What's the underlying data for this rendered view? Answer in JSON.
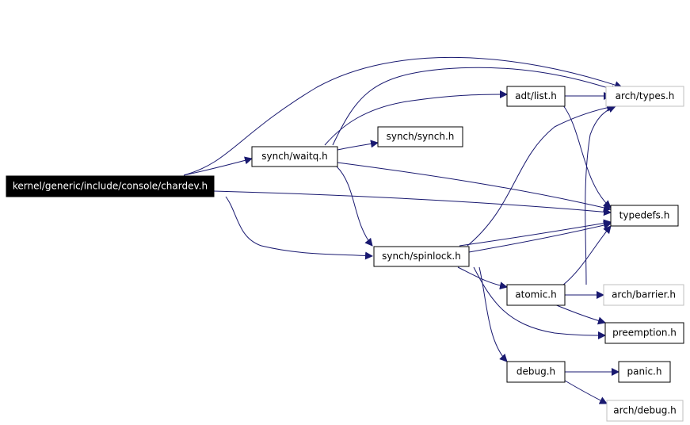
{
  "colors": {
    "edge": "#191970",
    "muted_border": "#bfbfbf",
    "root_fill": "#000000"
  },
  "nodes": {
    "root": "kernel/generic/include/console/chardev.h",
    "waitq": "synch/waitq.h",
    "synch": "synch/synch.h",
    "spinlock": "synch/spinlock.h",
    "list": "adt/list.h",
    "types": "arch/types.h",
    "typedefs": "typedefs.h",
    "atomic": "atomic.h",
    "barrier": "arch/barrier.h",
    "preemption": "preemption.h",
    "debug": "debug.h",
    "panic": "panic.h",
    "archdebug": "arch/debug.h"
  }
}
